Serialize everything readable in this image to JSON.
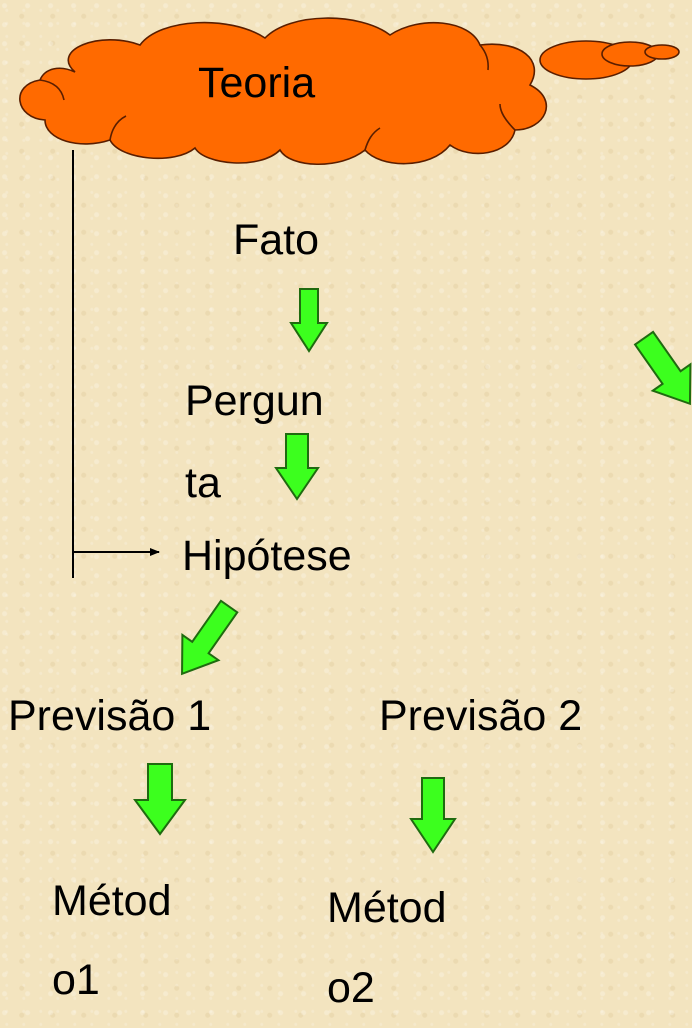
{
  "cloud": {
    "label": "Teoria",
    "fill": "#ff6a00",
    "stroke": "#5a1e00"
  },
  "nodes": {
    "fato": "Fato",
    "pergunta_line1": "Pergun",
    "pergunta_line2": "ta",
    "hipotese": "Hipótese",
    "previsao1": "Previsão 1",
    "previsao2": "Previsão 2",
    "metodo1_line1": "Métod",
    "metodo1_line2": "o1",
    "metodo2_line1": "Métod",
    "metodo2_line2": "o2"
  },
  "colors": {
    "arrow_fill": "#3cff1e",
    "arrow_stroke": "#1f6b10",
    "line": "#000000",
    "background": "#f3e4bf"
  }
}
